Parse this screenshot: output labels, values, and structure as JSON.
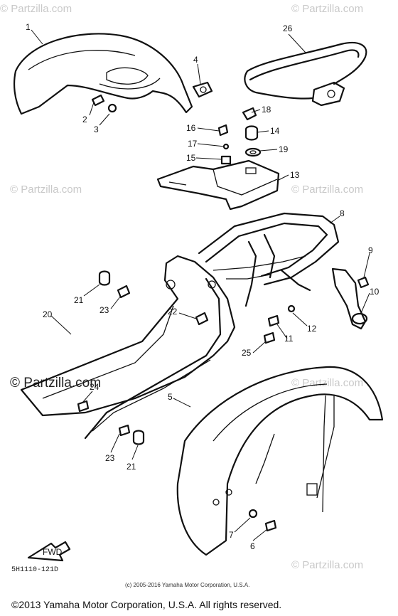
{
  "watermark_text": "© Partzilla.com",
  "diagram_code": "5H1110-121D",
  "fwd_label": "FWD",
  "copyright_small": "(c) 2005-2016 Yamaha Motor Corporation, U.S.A.",
  "copyright_main": "©2013 Yamaha Motor Corporation, U.S.A. All rights reserved.",
  "callouts": [
    "1",
    "2",
    "3",
    "4",
    "26",
    "18",
    "16",
    "14",
    "17",
    "19",
    "15",
    "13",
    "8",
    "9",
    "10",
    "21",
    "23",
    "20",
    "22",
    "11",
    "12",
    "25",
    "24",
    "5",
    "23",
    "21",
    "7",
    "6"
  ]
}
